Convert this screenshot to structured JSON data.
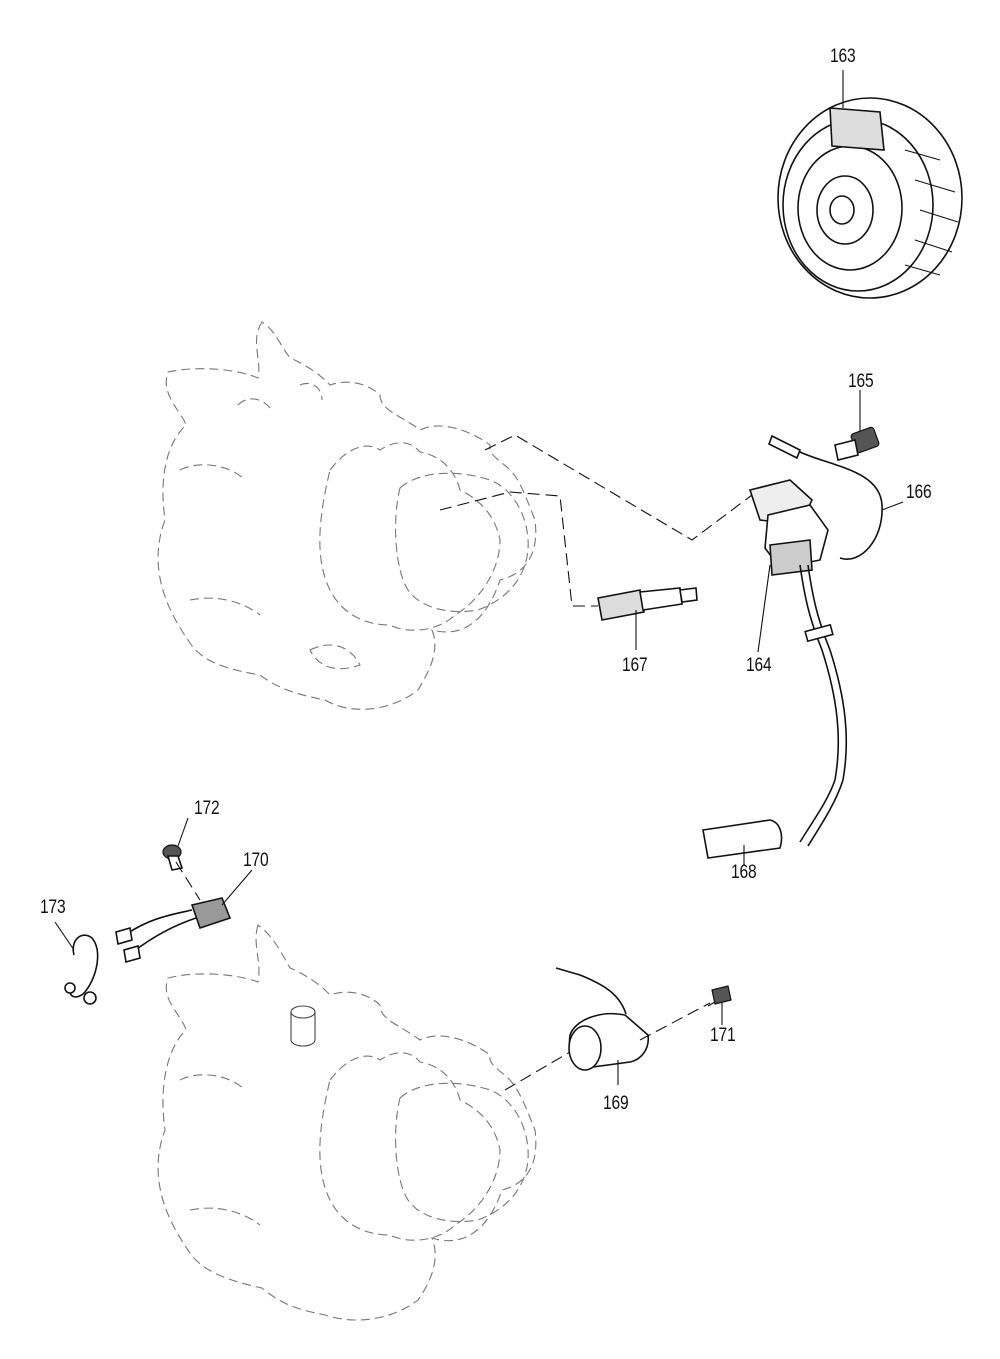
{
  "parts": [
    {
      "id": "163",
      "label": "163"
    },
    {
      "id": "164",
      "label": "164"
    },
    {
      "id": "165",
      "label": "165"
    },
    {
      "id": "166",
      "label": "166"
    },
    {
      "id": "167",
      "label": "167"
    },
    {
      "id": "168",
      "label": "168"
    },
    {
      "id": "169",
      "label": "169"
    },
    {
      "id": "170",
      "label": "170"
    },
    {
      "id": "171",
      "label": "171"
    },
    {
      "id": "172",
      "label": "172"
    },
    {
      "id": "173",
      "label": "173"
    }
  ]
}
